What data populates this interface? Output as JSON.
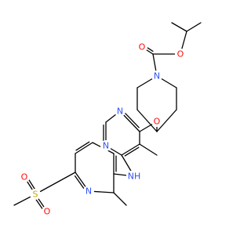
{
  "colors": {
    "bond": "#000000",
    "oxygen": "#ff0d0d",
    "nitrogen": "#3050f8",
    "sulfur": "#c8a800",
    "background": "#ffffff"
  },
  "atoms": {
    "o_carbonyl": "O",
    "o_ester": "O",
    "n_piperidine": "N",
    "o_ether": "O",
    "n_pyrimidine_top": "N",
    "n_pyrimidine_left": "N",
    "nh_amine": "NH",
    "n_pyridine": "N",
    "s_sulfonyl": "S",
    "o_sulfonyl_top": "O",
    "o_sulfonyl_bottom": "O"
  }
}
